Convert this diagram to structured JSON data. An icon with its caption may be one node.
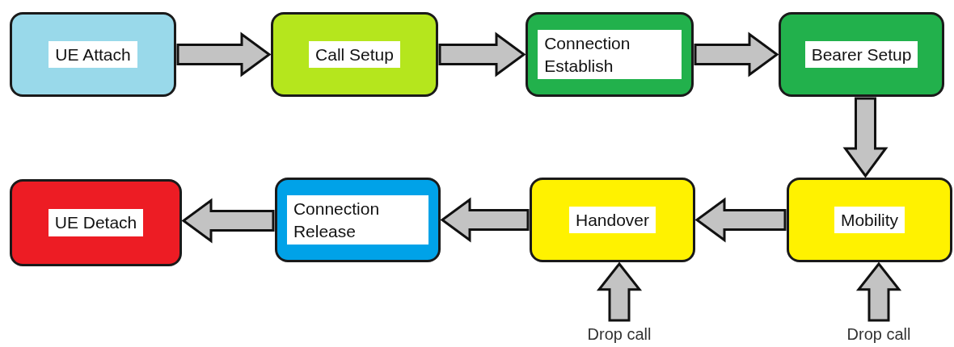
{
  "diagram": {
    "nodes": [
      {
        "text": [
          "UE Attach"
        ]
      },
      {
        "text": [
          "Call Setup"
        ]
      },
      {
        "text": [
          "Connection Establish"
        ]
      },
      {
        "text": [
          "Bearer Setup"
        ]
      },
      {
        "text": [
          "Mobility"
        ]
      },
      {
        "text": [
          "Handover"
        ]
      },
      {
        "text": [
          "Connection Release"
        ]
      },
      {
        "text": [
          "UE Detach"
        ]
      },
      {
        "text": [
          "Drop call"
        ]
      },
      {
        "text": [
          "Drop call"
        ]
      }
    ],
    "edges": [
      {
        "from": 0,
        "to": 1,
        "arrow": "to"
      },
      {
        "from": 1,
        "to": 2,
        "arrow": "to"
      },
      {
        "from": 2,
        "to": 3,
        "arrow": "to"
      },
      {
        "from": 3,
        "to": 4,
        "arrow": "to"
      },
      {
        "from": 4,
        "to": 5,
        "arrow": "to"
      },
      {
        "from": 5,
        "to": 6,
        "arrow": "to"
      },
      {
        "from": 6,
        "to": 7,
        "arrow": "to"
      },
      {
        "from": 8,
        "to": 5,
        "arrow": "to"
      },
      {
        "from": 9,
        "to": 4,
        "arrow": "to"
      }
    ]
  }
}
